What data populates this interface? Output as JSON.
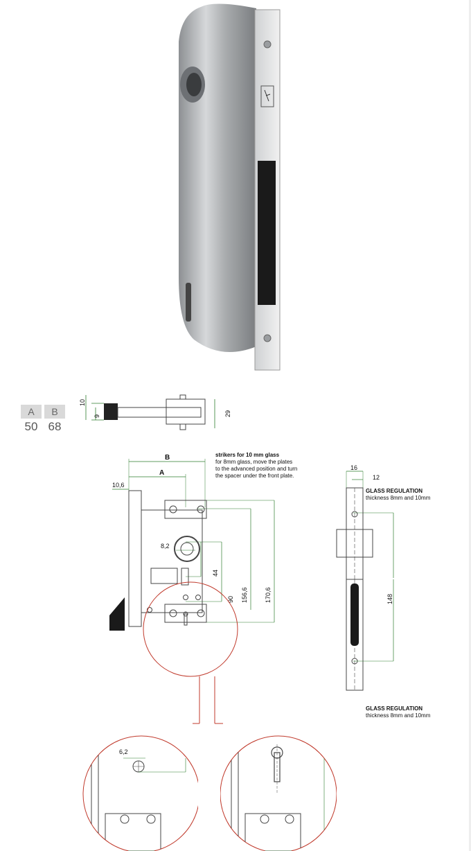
{
  "table": {
    "headers": [
      "A",
      "B"
    ],
    "values": [
      "50",
      "68"
    ]
  },
  "top_view": {
    "dims": [
      "10",
      "9",
      "29"
    ]
  },
  "front_view": {
    "label_b": "B",
    "label_a": "A",
    "dims": [
      "10,6",
      "8,2",
      "44",
      "90",
      "156,6",
      "170,6"
    ],
    "note": [
      "strikers for 10 mm glass",
      "for 8mm glass, move the plates",
      "to the advanced position and turn",
      "the spacer under the front plate."
    ]
  },
  "side_view": {
    "dims": [
      "16",
      "12",
      "148"
    ],
    "top_note": {
      "title": "GLASS REGULATION",
      "sub": "thickness 8mm and 10mm"
    },
    "bottom_note": {
      "title": "GLASS REGULATION",
      "sub": "thickness 8mm and 10mm"
    }
  },
  "detail": {
    "dim": "6,2"
  },
  "colors": {
    "line": "#444444",
    "dim": "#2e7d2e",
    "circle": "#c0392b",
    "metal": "#b9bcbf"
  }
}
